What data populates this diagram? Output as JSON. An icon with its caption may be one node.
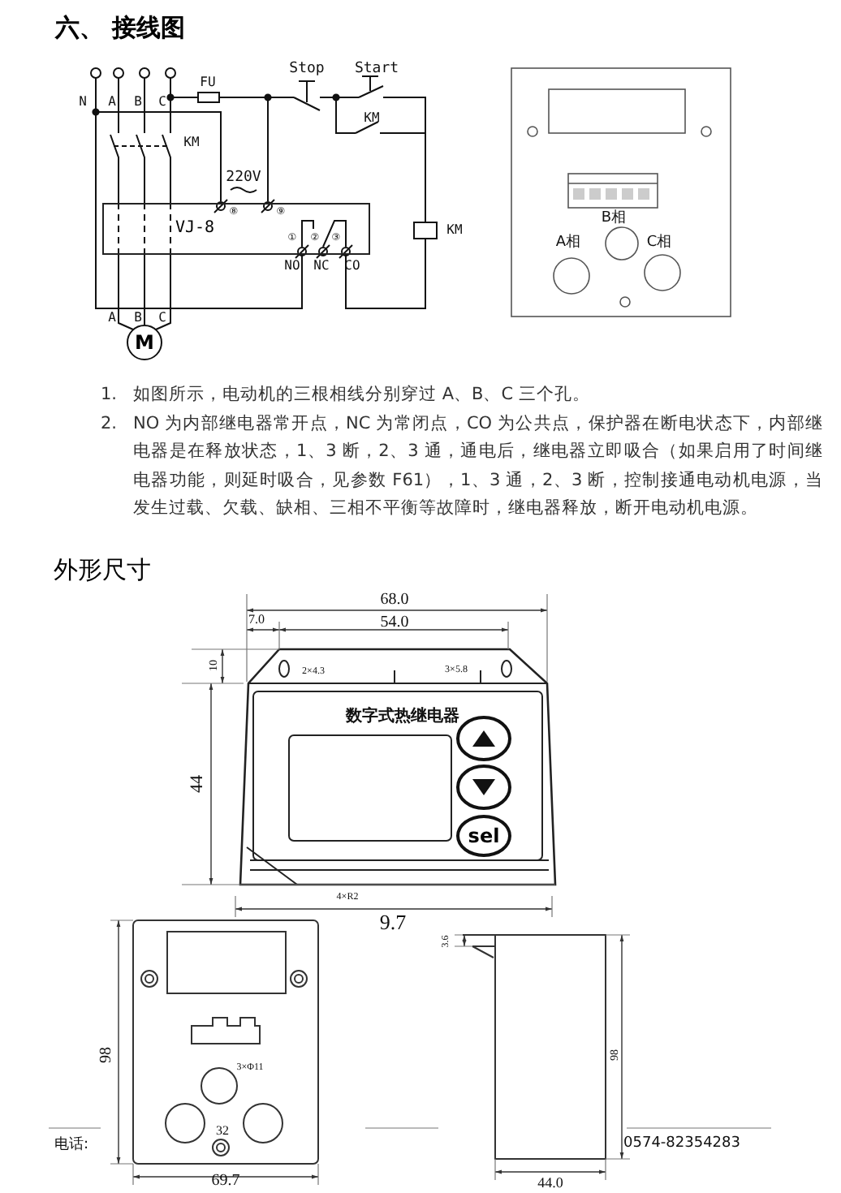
{
  "diagram": {
    "title": "六、 接线图",
    "nodes": [
      {
        "text": [
          "VJ-8"
        ]
      },
      {
        "text": [
          "M"
        ]
      },
      {
        "text": [
          "sel"
        ]
      }
    ],
    "labels": [
      "N",
      "A",
      "B",
      "C",
      "FU",
      "Stop",
      "Start",
      "KM",
      "KM",
      "220V",
      "⑧",
      "⑨",
      "①",
      "②",
      "③",
      "NO",
      "NC",
      "CO",
      "KM",
      "A",
      "B",
      "C",
      "B相",
      "A相",
      "C相",
      "1.",
      "如图所示，电动机的三根相线分别穿过 A、B、C 三个孔。",
      "2.",
      "NO 为内部继电器常开点，NC 为常闭点，CO 为公共点，保护器在断电状态下，内部继电器是在释放状态，1、3 断，2、3 通，通电后，继电器立即吸合（如果启用了时间继电器功能，则延时吸合，见参数 F61），1、3 通，2、3 断，控制接通电动机电源，当发生过载、欠载、缺相、三相不平衡等故障时，继电器释放，断开电动机电源。",
      "外形尺寸",
      "68.0",
      "7.0",
      "54.0",
      "10",
      "2×4.3",
      "3×5.8",
      "44",
      "数字式热继电器",
      "4×R2",
      "9.7",
      "98",
      "3×Φ11",
      "32",
      "69.7",
      "3.6",
      "98",
      "44.0",
      "电话:",
      "0574-82354283"
    ]
  }
}
